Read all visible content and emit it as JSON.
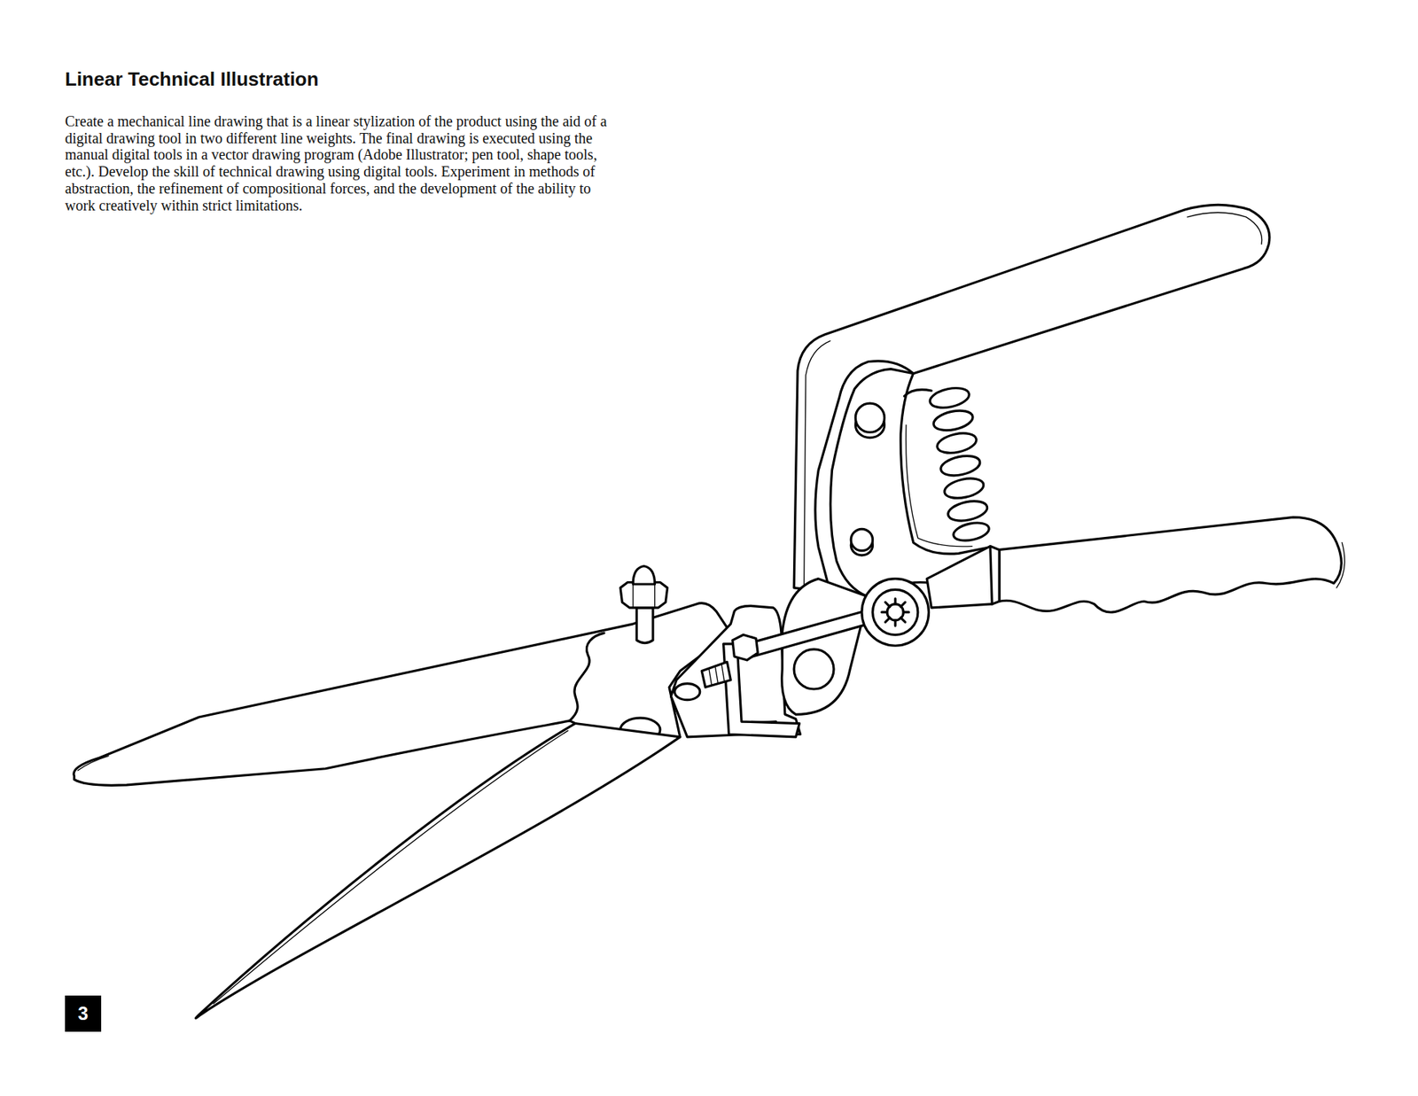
{
  "diagram": {
    "title": "Linear Technical Illustration",
    "nodes": [
      {
        "text": [
          "3"
        ]
      }
    ],
    "labels": [
      "Create a mechanical line drawing that is a linear stylization of the product using the aid of a digital drawing tool in two different line weights. The final drawing is executed using the manual digital tools in a vector drawing program (Adobe Illustrator; pen tool, shape tools, etc.). Develop the skill of technical drawing using digital tools. Experiment in methods of abstraction, the refinement of compositional forces, and the development of the ability to work creatively within strict limitations."
    ]
  }
}
